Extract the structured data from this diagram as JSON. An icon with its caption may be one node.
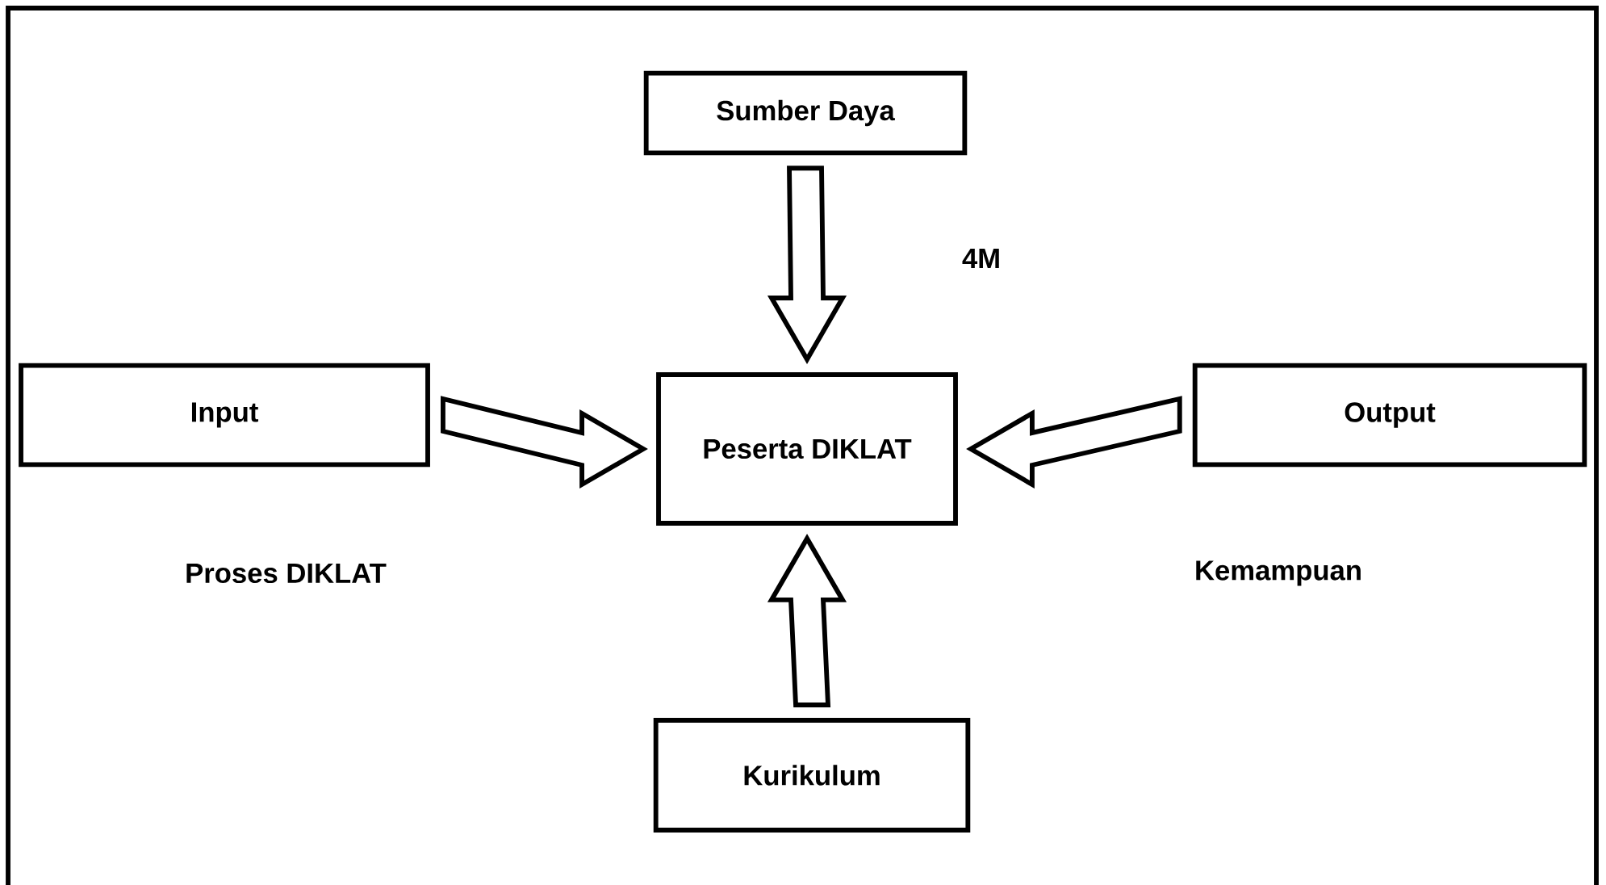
{
  "diagram": {
    "nodes": [
      {
        "text": [
          "Sumber Daya"
        ]
      },
      {
        "text": [
          "Input"
        ]
      },
      {
        "text": [
          "Peserta DIKLAT"
        ]
      },
      {
        "text": [
          "Output"
        ]
      },
      {
        "text": [
          "Kurikulum"
        ]
      }
    ],
    "edges": [
      {
        "from": 0,
        "to": 2,
        "arrow": "to"
      },
      {
        "from": 1,
        "to": 2,
        "arrow": "to"
      },
      {
        "from": 3,
        "to": 2,
        "arrow": "to"
      },
      {
        "from": 4,
        "to": 2,
        "arrow": "to"
      }
    ],
    "labels": [
      "4M",
      "Proses DIKLAT",
      "Kemampuan"
    ]
  }
}
